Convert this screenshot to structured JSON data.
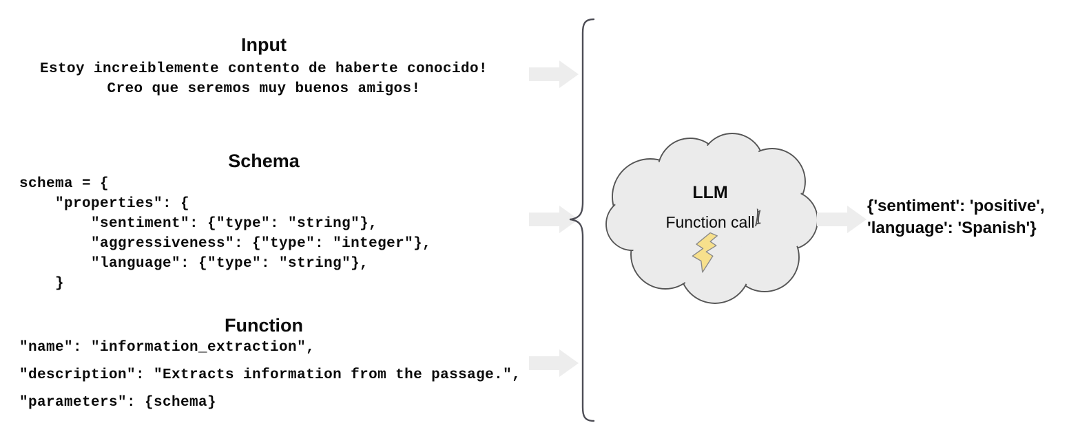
{
  "diagram": {
    "title": "LLM function-call extraction pipeline",
    "background": "#ffffff",
    "colors": {
      "arrow_fill": "#ededed",
      "cloud_fill": "#ebebeb",
      "cloud_stroke": "#555555",
      "brace_stroke": "#4d4d55",
      "bolt_fill": "#f7e08c",
      "bolt_stroke": "#8a8a8a",
      "text": "#0b0b0b"
    }
  },
  "input_section": {
    "heading": "Input",
    "lines": [
      "Estoy increiblemente contento de haberte conocido!",
      "Creo que seremos muy buenos amigos!"
    ]
  },
  "schema_section": {
    "heading": "Schema",
    "lines": [
      "schema = {",
      "    \"properties\": {",
      "        \"sentiment\": {\"type\": \"string\"},",
      "        \"aggressiveness\": {\"type\": \"integer\"},",
      "        \"language\": {\"type\": \"string\"},",
      "    }"
    ]
  },
  "function_section": {
    "heading": "Function",
    "lines": [
      "\"name\": \"information_extraction\",",
      "\"description\": \"Extracts information from the passage.\",",
      "\"parameters\": {schema}"
    ]
  },
  "arrows": {
    "input_arrow": "arrow-right-icon",
    "schema_arrow": "arrow-right-icon",
    "function_arrow": "arrow-right-icon",
    "output_arrow": "arrow-right-icon"
  },
  "brace": {
    "name": "left-curly-brace",
    "orientation": "vertical"
  },
  "llm": {
    "shape": "cloud-icon",
    "title": "LLM",
    "subtitle": "Function call",
    "bolt": "lightning-bolt-icon"
  },
  "output": {
    "lines": [
      "{'sentiment': 'positive',",
      "'language': 'Spanish'}"
    ]
  }
}
